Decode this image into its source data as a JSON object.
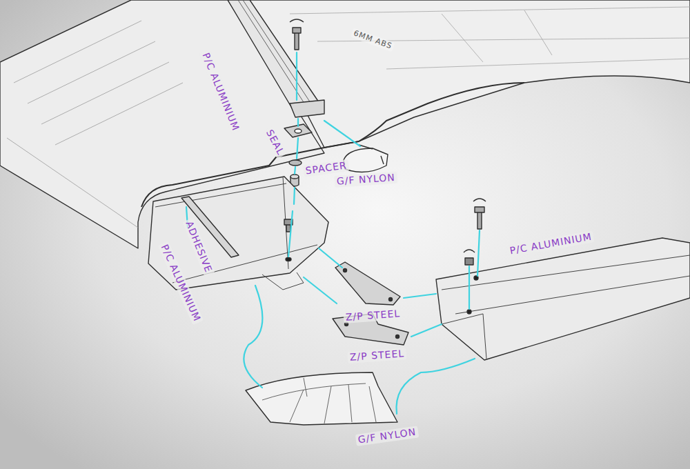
{
  "diagram": {
    "labels": [
      "6MM ABS",
      "P/C ALUMINIUM",
      "SEAL",
      "SPACER",
      "G/F NYLON",
      "ADHESIVE",
      "P/C ALUMINIUM",
      "Z/P STEEL",
      "Z/P STEEL",
      "P/C ALUMINIUM",
      "G/F NYLON"
    ]
  }
}
